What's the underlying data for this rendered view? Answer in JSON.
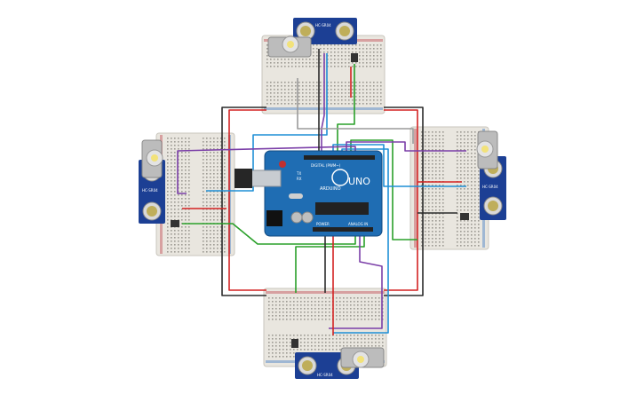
{
  "board": {
    "model_label": "UNO",
    "brand_label": "ARDUINO",
    "tx_label": "TX",
    "rx_label": "RX",
    "digital_label": "DIGITAL (PWM~)",
    "power_label": "POWER",
    "analog_label": "ANALOG IN",
    "color": "#1f6db3"
  },
  "sensors": {
    "top_label": "HC-SR04",
    "bottom_label": "HC-SR04",
    "left_label": "HC-SR04",
    "right_label": "HC-SR04",
    "color": "#1c3f94"
  },
  "wire_colors": {
    "red": "#d42222",
    "black": "#2b2b2b",
    "green": "#2aa02a",
    "blue": "#1f8fd6",
    "purple": "#7b3fa8",
    "gray": "#9a9a9a"
  },
  "icons": {
    "servo": "servo-motor-icon",
    "photoresistor": "photoresistor-icon",
    "usb": "usb-port-icon",
    "power_jack": "power-jack-icon",
    "chip": "microcontroller-chip-icon"
  }
}
